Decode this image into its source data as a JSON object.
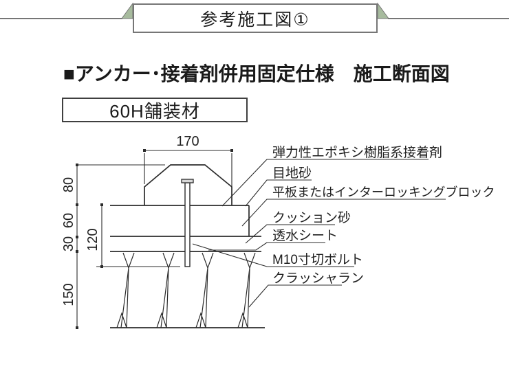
{
  "banner": {
    "title": "参考施工図①"
  },
  "heading": {
    "title": "■アンカー･接着剤併用固定仕様　施工断面図"
  },
  "product_label": {
    "text": "60H舗装材"
  },
  "diagram": {
    "dim_top_width": "170",
    "dim_block_height": "80",
    "dim_slab_height": "60",
    "dim_cushion_height": "30",
    "dim_crusher_height": "150",
    "dim_bolt_depth": "120",
    "label_adhesive": "弾力性エポキシ樹脂系接着剤",
    "label_joint_sand": "目地砂",
    "label_slab": "平板またはインターロッキングブロック",
    "label_cushion_sand": "クッション砂",
    "label_permeable_sheet": "透水シート",
    "label_bolt": "M10寸切ボルト",
    "label_crusher_run": "クラッシャラン",
    "colors": {
      "ribbon_green": "#a7bb9e",
      "line_gray": "#767676",
      "ink": "#2b2b2b"
    }
  }
}
